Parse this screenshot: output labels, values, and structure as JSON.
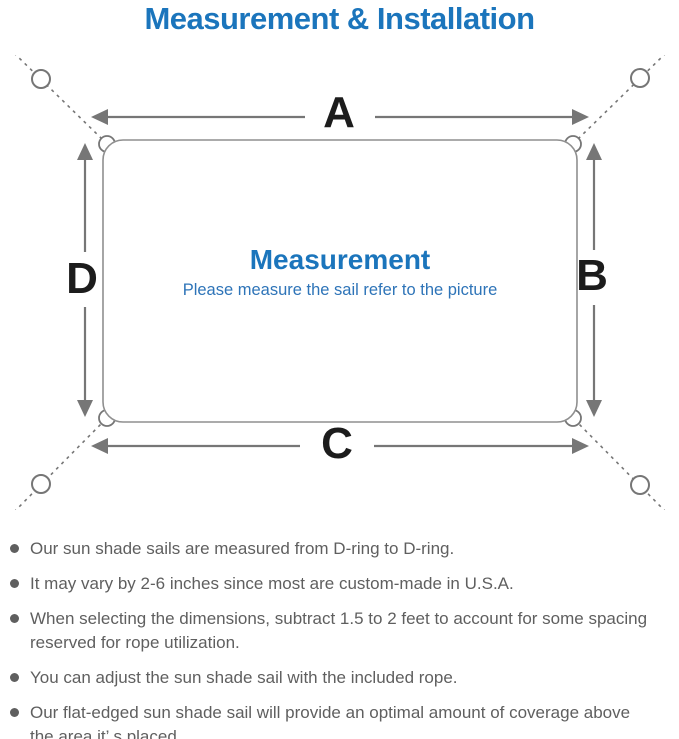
{
  "title": "Measurement & Installation",
  "diagram": {
    "labels": {
      "a": "A",
      "b": "B",
      "c": "C",
      "d": "D"
    },
    "center_heading": "Measurement",
    "center_subtitle": "Please measure the sail refer to the picture",
    "icons": {
      "anchor_ring": "anchor-ring-circle",
      "corner_d_ring": "d-ring",
      "rope": "dashed-rope-line",
      "dimension_arrow": "double-headed-arrow"
    }
  },
  "notes": {
    "items": [
      {
        "lines": [
          "Our sun shade sails are measured from D-ring to D-ring."
        ]
      },
      {
        "lines": [
          "It may vary by 2-6 inches since most are custom-made in U.S.A."
        ]
      },
      {
        "lines": [
          "When selecting the dimensions, subtract 1.5 to 2 feet to account for some spacing",
          "reserved for rope utilization."
        ]
      },
      {
        "lines": [
          "You can adjust the sun shade sail with the included rope."
        ]
      },
      {
        "lines": [
          "Our flat-edged sun shade sail will provide an optimal amount of coverage above",
          "the area it’ s placed."
        ]
      }
    ]
  },
  "colors": {
    "accent_blue": "#1b75bc",
    "subtitle_blue": "#2e74b8",
    "diagram_gray": "#767676",
    "outline_gray": "#8f8f8f",
    "label_black": "#1c1c1c",
    "note_gray": "#5f5f5f",
    "background": "#ffffff"
  }
}
